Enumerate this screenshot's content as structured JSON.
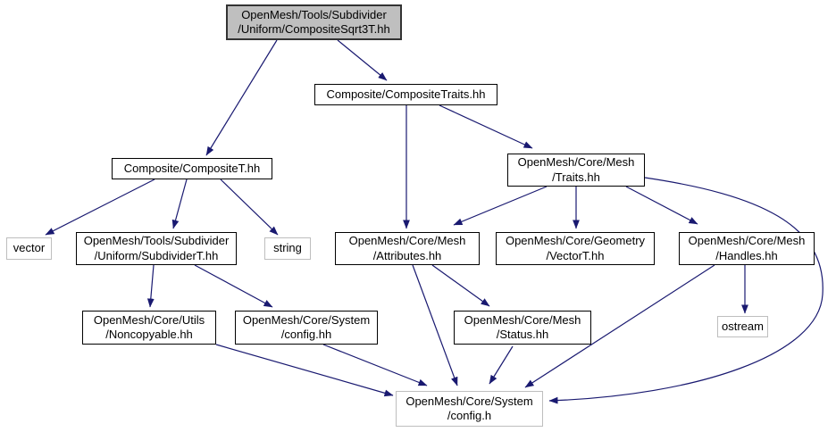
{
  "diagram": {
    "type": "include-dependency-graph",
    "colors": {
      "background": "#ffffff",
      "edge": "#191970",
      "node_border": "#000000",
      "external_node_border": "#bebebe",
      "current_node_fill": "#bfbfbf",
      "text": "#000000"
    },
    "nodes": {
      "composite_sqrt3t": {
        "label": "OpenMesh/Tools/Subdivider\n/Uniform/CompositeSqrt3T.hh",
        "kind": "current"
      },
      "composite_traits": {
        "label": "Composite/CompositeTraits.hh",
        "kind": "internal"
      },
      "composite_t": {
        "label": "Composite/CompositeT.hh",
        "kind": "internal"
      },
      "mesh_traits": {
        "label": "OpenMesh/Core/Mesh\n/Traits.hh",
        "kind": "internal"
      },
      "vector": {
        "label": "vector",
        "kind": "external"
      },
      "subdivider_t": {
        "label": "OpenMesh/Tools/Subdivider\n/Uniform/SubdividerT.hh",
        "kind": "internal"
      },
      "string": {
        "label": "string",
        "kind": "external"
      },
      "mesh_attributes": {
        "label": "OpenMesh/Core/Mesh\n/Attributes.hh",
        "kind": "internal"
      },
      "geometry_vectort": {
        "label": "OpenMesh/Core/Geometry\n/VectorT.hh",
        "kind": "internal"
      },
      "mesh_handles": {
        "label": "OpenMesh/Core/Mesh\n/Handles.hh",
        "kind": "internal"
      },
      "utils_noncopyable": {
        "label": "OpenMesh/Core/Utils\n/Noncopyable.hh",
        "kind": "internal"
      },
      "system_config_hh": {
        "label": "OpenMesh/Core/System\n/config.hh",
        "kind": "internal"
      },
      "mesh_status": {
        "label": "OpenMesh/Core/Mesh\n/Status.hh",
        "kind": "internal"
      },
      "ostream": {
        "label": "ostream",
        "kind": "external"
      },
      "system_config_h": {
        "label": "OpenMesh/Core/System\n/config.h",
        "kind": "external"
      }
    },
    "edges": [
      {
        "from": "composite_sqrt3t",
        "to": "composite_t"
      },
      {
        "from": "composite_sqrt3t",
        "to": "composite_traits"
      },
      {
        "from": "composite_traits",
        "to": "mesh_attributes"
      },
      {
        "from": "composite_traits",
        "to": "mesh_traits"
      },
      {
        "from": "composite_t",
        "to": "vector"
      },
      {
        "from": "composite_t",
        "to": "subdivider_t"
      },
      {
        "from": "composite_t",
        "to": "string"
      },
      {
        "from": "mesh_traits",
        "to": "mesh_attributes"
      },
      {
        "from": "mesh_traits",
        "to": "geometry_vectort"
      },
      {
        "from": "mesh_traits",
        "to": "mesh_handles"
      },
      {
        "from": "mesh_traits",
        "to": "system_config_h"
      },
      {
        "from": "subdivider_t",
        "to": "utils_noncopyable"
      },
      {
        "from": "subdivider_t",
        "to": "system_config_hh"
      },
      {
        "from": "mesh_attributes",
        "to": "mesh_status"
      },
      {
        "from": "mesh_attributes",
        "to": "system_config_h"
      },
      {
        "from": "mesh_handles",
        "to": "ostream"
      },
      {
        "from": "mesh_handles",
        "to": "system_config_h"
      },
      {
        "from": "utils_noncopyable",
        "to": "system_config_h"
      },
      {
        "from": "system_config_hh",
        "to": "system_config_h"
      },
      {
        "from": "mesh_status",
        "to": "system_config_h"
      }
    ]
  }
}
